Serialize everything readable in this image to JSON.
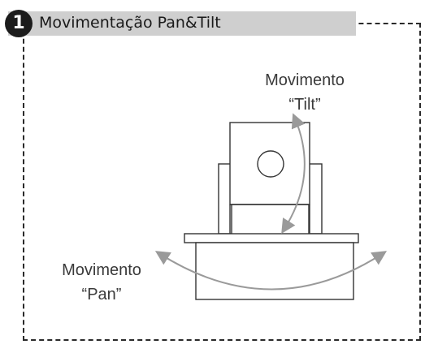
{
  "header": {
    "step_number": "1",
    "title": "Movimentação Pan&Tilt"
  },
  "labels": {
    "tilt_line1": "Movimento",
    "tilt_line2": "“Tilt”",
    "pan_line1": "Movimento",
    "pan_line2": "“Pan”"
  },
  "colors": {
    "arrow": "#9a9a9a",
    "line": "#333333",
    "title_bar": "#cfcfcf"
  }
}
